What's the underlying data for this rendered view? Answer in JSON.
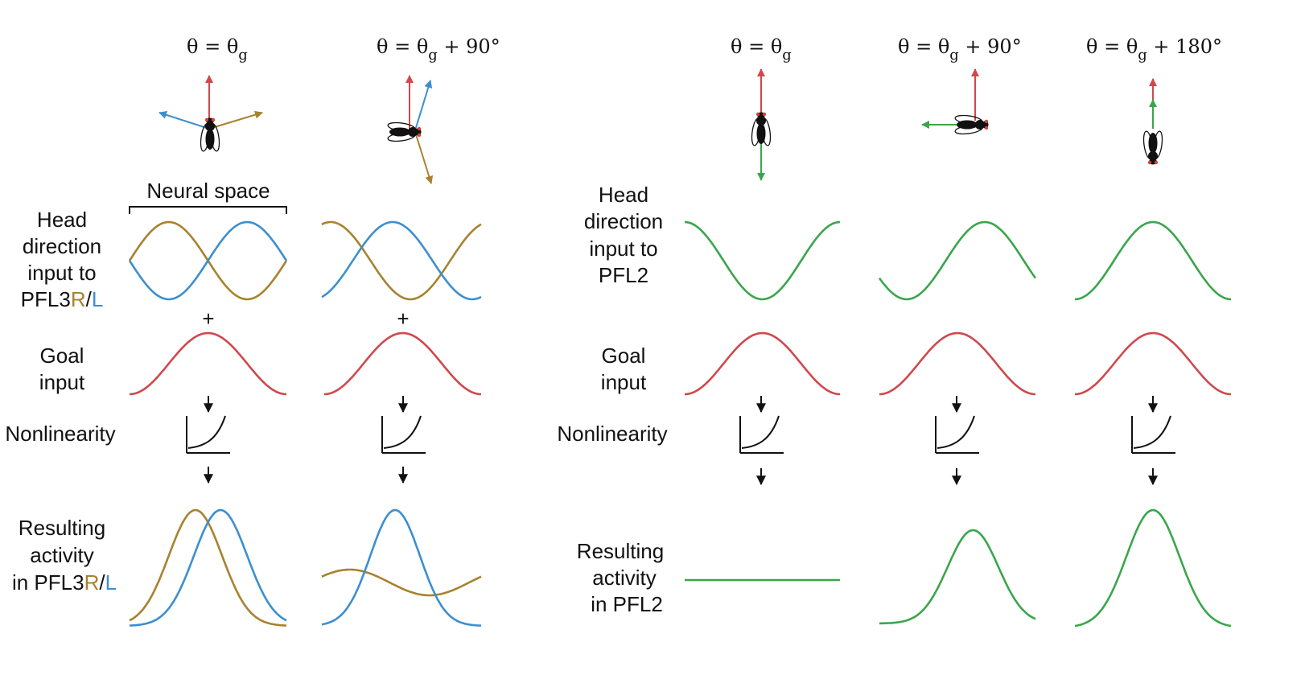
{
  "colors": {
    "R": "#a8822e",
    "L": "#3c8fcf",
    "goal": "#d0484c",
    "pfl2": "#3aa64b",
    "ink": "#111111",
    "fly_dot": "#d6433f"
  },
  "icons": [
    "fly-icon",
    "arrow-icon",
    "nonlinearity-icon",
    "down-arrow-icon"
  ],
  "headers": {
    "pfl3_col1": {
      "base": "θ = θ",
      "sub": "g",
      "tail": ""
    },
    "pfl3_col2": {
      "base": "θ = θ",
      "sub": "g",
      "tail": " + 90°"
    },
    "pfl2_col1": {
      "base": "θ = θ",
      "sub": "g",
      "tail": ""
    },
    "pfl2_col2": {
      "base": "θ = θ",
      "sub": "g",
      "tail": " + 90°"
    },
    "pfl2_col3": {
      "base": "θ = θ",
      "sub": "g",
      "tail": " + 180°"
    }
  },
  "neural_space_label": "Neural space",
  "plus_symbol": "+",
  "left_labels": {
    "head_direction": {
      "lines": [
        "Head",
        "direction",
        "input to"
      ],
      "last_prefix": "PFL3",
      "r": "R",
      "slash": "/",
      "l": "L"
    },
    "goal": [
      "Goal",
      "input"
    ],
    "nonlinearity": "Nonlinearity",
    "resulting": {
      "lines": [
        "Resulting",
        "activity"
      ],
      "last_prefix": "in PFL3",
      "r": "R",
      "slash": "/",
      "l": "L"
    }
  },
  "right_labels": {
    "head_direction": [
      "Head",
      "direction",
      "input to",
      "PFL2"
    ],
    "goal": [
      "Goal",
      "input"
    ],
    "nonlinearity": "Nonlinearity",
    "resulting": [
      "Resulting",
      "activity",
      "in PFL2"
    ]
  }
}
